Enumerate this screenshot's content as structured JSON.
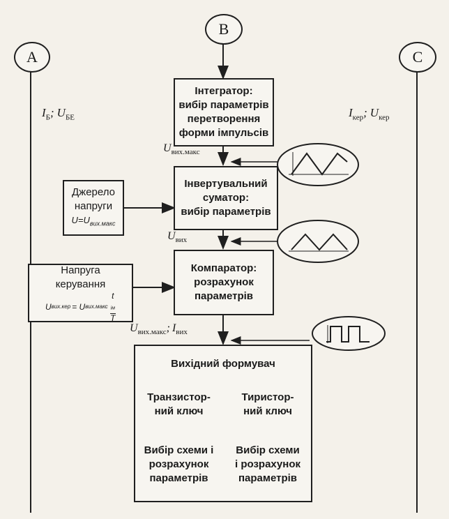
{
  "columns": {
    "a": "A",
    "b": "B",
    "c": "C"
  },
  "signals": {
    "left_i": "I",
    "left_i_sub": "Б",
    "left_u": "U",
    "left_u_sub": "БЕ",
    "right_i": "I",
    "right_i_sub": "кер",
    "right_u": "U",
    "right_u_sub": "кер",
    "u_out_1": "U",
    "u_out_1_sub": "вих.макс",
    "u_out_2": "U",
    "u_out_2_sub": "вих",
    "u_out_3": "U",
    "u_out_3_sub": "вих.макс",
    "i_out_3": "I",
    "i_out_3_sub": "вих"
  },
  "blocks": {
    "integrator": [
      "Інтегратор:",
      "вибір параметрів",
      "перетворення",
      "форми імпульсів"
    ],
    "inverting_adder": [
      "Інвертувальний",
      "суматор:",
      "вибір параметрів"
    ],
    "comparator": [
      "Компаратор:",
      "розрахунок",
      "параметрів"
    ],
    "voltage_source": [
      "Джерело",
      "напруги"
    ],
    "voltage_source_formula": "U=U",
    "voltage_source_formula_sub": "вих.макс",
    "control_voltage": [
      "Напруга",
      "керування"
    ],
    "control_voltage_formula": "U",
    "control_voltage_formula_sub": "вих.кер",
    "control_voltage_formula_eq": "= U",
    "control_voltage_formula_sub2": "вих.макс",
    "control_voltage_formula_num": "t",
    "control_voltage_formula_num_sub": "ім",
    "control_voltage_formula_den": "T",
    "output_former": "Вихідний формувач",
    "transistor_key": [
      "Транзистор-",
      "ний ключ"
    ],
    "thyristor_key": [
      "Тиристор-",
      "ний ключ"
    ],
    "transistor_calc": [
      "Вибір схеми і",
      "розрахунок",
      "параметрів"
    ],
    "thyristor_calc": [
      "Вибір схеми",
      "і розрахунок",
      "параметрів"
    ]
  },
  "waveforms": {
    "top": "triangle",
    "middle": "rectified-triangle",
    "bottom": "rectangular-pulses"
  }
}
